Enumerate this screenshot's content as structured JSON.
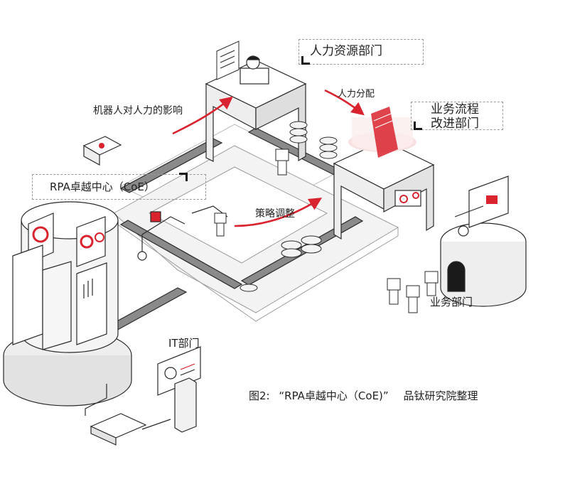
{
  "labels": {
    "robot_impact": "机器人对人力的影响",
    "hr_dept": "人力资源部门",
    "hr_allocation": "人力分配",
    "bpi_dept_line1": "业务流程",
    "bpi_dept_line2": "改进部门",
    "coe": "RPA卓越中心（CoE）",
    "strategy": "策略调整",
    "business_dept": "业务部门",
    "it_dept": "IT部门",
    "caption_fig": "图2:",
    "caption_title": "“RPA卓越中心（CoE)”",
    "caption_source": "品钛研究院整理"
  },
  "colors": {
    "accent": "#d9232e",
    "line": "#2a2a2a",
    "fill_light": "#f1f1f1",
    "fill_mid": "#dcdcdc"
  }
}
